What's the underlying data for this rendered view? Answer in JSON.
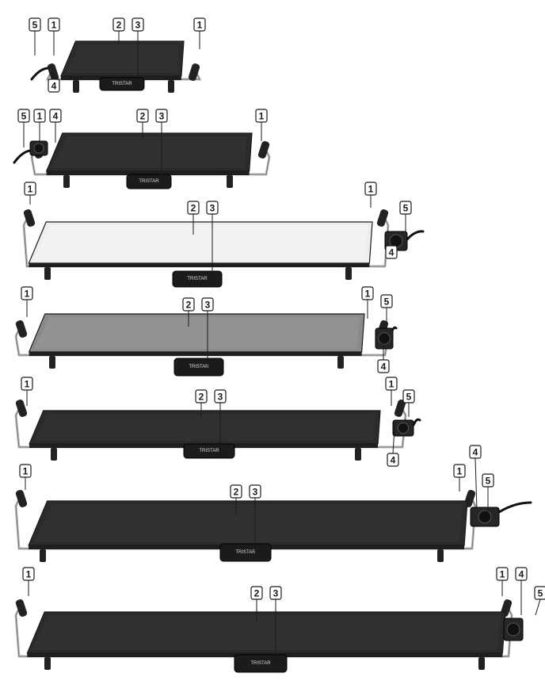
{
  "brand": "TRISTAR",
  "callout_numbers": [
    "1",
    "2",
    "3",
    "4",
    "5"
  ],
  "colors": {
    "plate_dark": "#2b2b2b",
    "plate_grey": "#8a8a8a",
    "plate_white": "#eeeeee",
    "frame": "#b9b9b9",
    "outline": "#1a1a1a"
  },
  "variants": [
    {
      "plate": "dark",
      "callouts": [
        "5",
        "1",
        "2",
        "3",
        "1",
        "4"
      ]
    },
    {
      "plate": "dark",
      "callouts": [
        "5",
        "1",
        "4",
        "2",
        "3",
        "1"
      ]
    },
    {
      "plate": "white",
      "callouts": [
        "1",
        "2",
        "3",
        "1",
        "5",
        "4"
      ]
    },
    {
      "plate": "grey",
      "callouts": [
        "1",
        "2",
        "3",
        "1",
        "5",
        "4"
      ]
    },
    {
      "plate": "dark",
      "callouts": [
        "1",
        "2",
        "3",
        "1",
        "5",
        "4"
      ]
    },
    {
      "plate": "dark",
      "callouts": [
        "1",
        "2",
        "3",
        "1",
        "4",
        "5"
      ]
    },
    {
      "plate": "dark",
      "callouts": [
        "1",
        "2",
        "3",
        "1",
        "4",
        "5"
      ]
    }
  ]
}
